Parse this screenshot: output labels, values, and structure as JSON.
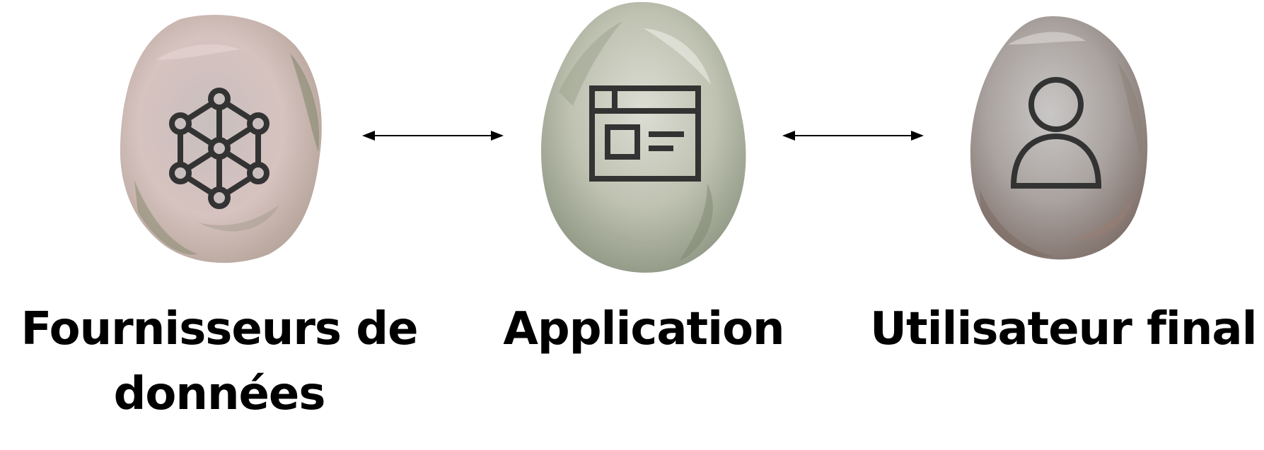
{
  "nodes": [
    {
      "id": "providers",
      "label_line1": "Fournisseurs de",
      "label_line2": "données",
      "icon": "network-graph-icon",
      "stone_color": "#d8c2c0",
      "stone_shade": "#9a8f86"
    },
    {
      "id": "app",
      "label_line1": "Application",
      "icon": "browser-window-icon",
      "stone_color": "#c9ccbd",
      "stone_shade": "#8f9584"
    },
    {
      "id": "user",
      "label_line1": "Utilisateur final",
      "icon": "user-icon",
      "stone_color": "#b9b4b2",
      "stone_shade": "#8d827c"
    }
  ],
  "connectors": [
    {
      "from": "providers",
      "to": "app",
      "style": "double-arrow"
    },
    {
      "from": "app",
      "to": "user",
      "style": "double-arrow"
    }
  ],
  "colors": {
    "icon_stroke": "#333333",
    "text": "#000000",
    "arrow": "#000000"
  }
}
